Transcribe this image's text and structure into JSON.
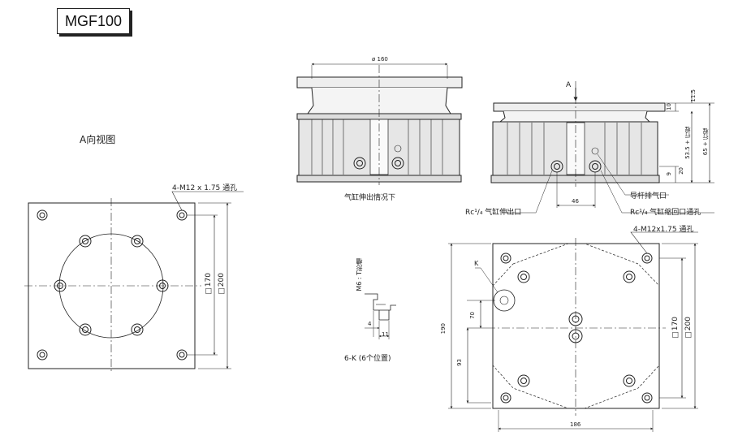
{
  "model": "MGF100",
  "top_view_title": "A向视图",
  "views": {
    "a_view": {
      "hole_note": "4-M12 x 1.75 通孔",
      "dim_170": "□170",
      "dim_200": "□200"
    },
    "front_view": {
      "dia_label": "ø 160",
      "caption": "气缸伸出情况下"
    },
    "side_view": {
      "arrow_label": "A",
      "dim_11_5": "11.5",
      "dim_10": "10",
      "dim_53_5": "53.5 + 行程",
      "dim_65": "65 + 行程",
      "dim_20": "20",
      "dim_9": "9",
      "dim_46": "46",
      "port_extend": "Rc¹/₄ 气缸伸出口",
      "port_guide": "导杆排气口",
      "port_retract": "Rc¹/₄ 气缸缩回口通孔"
    },
    "detail": {
      "slot_label": "M6 : T形槽",
      "dim_4": "4",
      "dim_11": "11",
      "k_note": "6-K (6个位置)"
    },
    "bottom_view": {
      "hole_note": "4-M12x1.75 通孔",
      "k_label": "K",
      "dim_70": "70",
      "dim_190": "190",
      "dim_93": "93",
      "dim_170": "□170",
      "dim_200": "□200",
      "dim_186": "186"
    }
  },
  "colors": {
    "line": "#222222",
    "fill": "#e9e9e9",
    "dark": "#555555"
  }
}
